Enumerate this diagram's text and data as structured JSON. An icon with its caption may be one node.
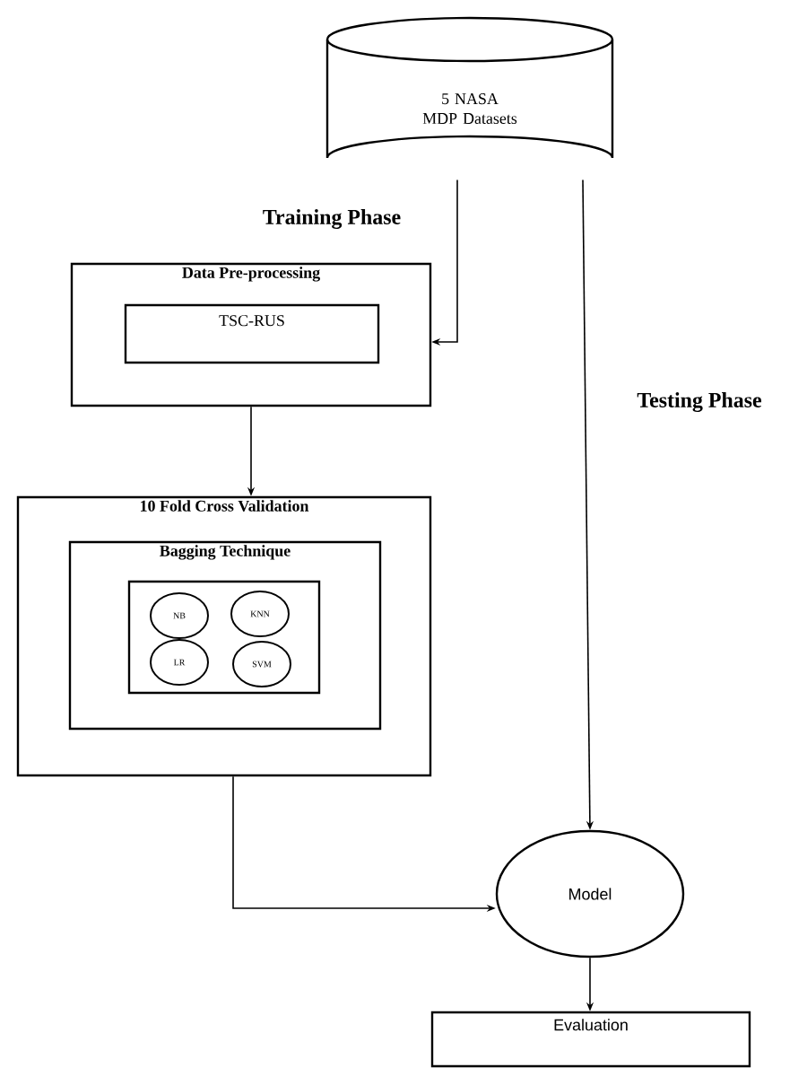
{
  "diagram": {
    "nodes": [
      {
        "text": [
          "5 NASA MDP Datasets"
        ]
      },
      {
        "text": [
          "Data Pre-processing"
        ]
      },
      {
        "text": [
          "TSC-RUS"
        ],
        "in": 1
      },
      {
        "text": [
          "10 Fold Cross Validation"
        ]
      },
      {
        "text": [
          "Bagging Technique"
        ],
        "in": 3
      },
      {
        "text": [],
        "shape": "box",
        "in": 4
      },
      {
        "text": [
          "NB"
        ],
        "in": 5
      },
      {
        "text": [
          "KNN"
        ],
        "in": 5
      },
      {
        "text": [
          "LR"
        ],
        "in": 5
      },
      {
        "text": [
          "SVM"
        ],
        "in": 5
      },
      {
        "text": [
          "Model"
        ]
      },
      {
        "text": [
          "Evaluation"
        ]
      }
    ],
    "edges": [
      {
        "from": 0,
        "to": 1,
        "arrow": "to",
        "label": "Training Phase"
      },
      {
        "from": 1,
        "to": 3,
        "arrow": "to"
      },
      {
        "from": 3,
        "to": 10,
        "arrow": "to"
      },
      {
        "from": 0,
        "to": 10,
        "arrow": "to",
        "label": "Testing Phase"
      },
      {
        "from": 10,
        "to": 11,
        "arrow": "to"
      }
    ]
  }
}
